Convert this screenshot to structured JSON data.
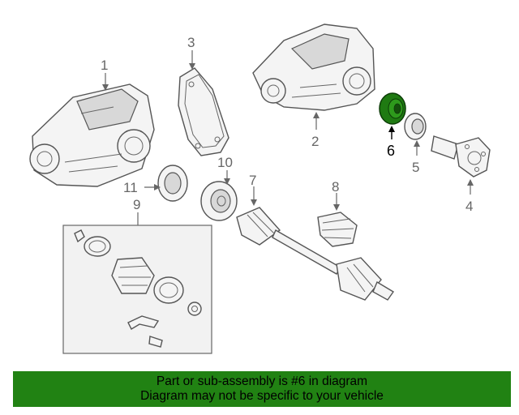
{
  "callouts": {
    "c1": "1",
    "c2": "2",
    "c3": "3",
    "c4": "4",
    "c5": "5",
    "c6": "6",
    "c7": "7",
    "c8": "8",
    "c9": "9",
    "c10": "10",
    "c11": "11"
  },
  "highlight": {
    "part": "6",
    "color": "#1f7a12"
  },
  "banner": {
    "line1": "Part or sub-assembly is #6 in diagram",
    "line2": "Diagram may not be specific to your vehicle",
    "color": "#218213"
  }
}
